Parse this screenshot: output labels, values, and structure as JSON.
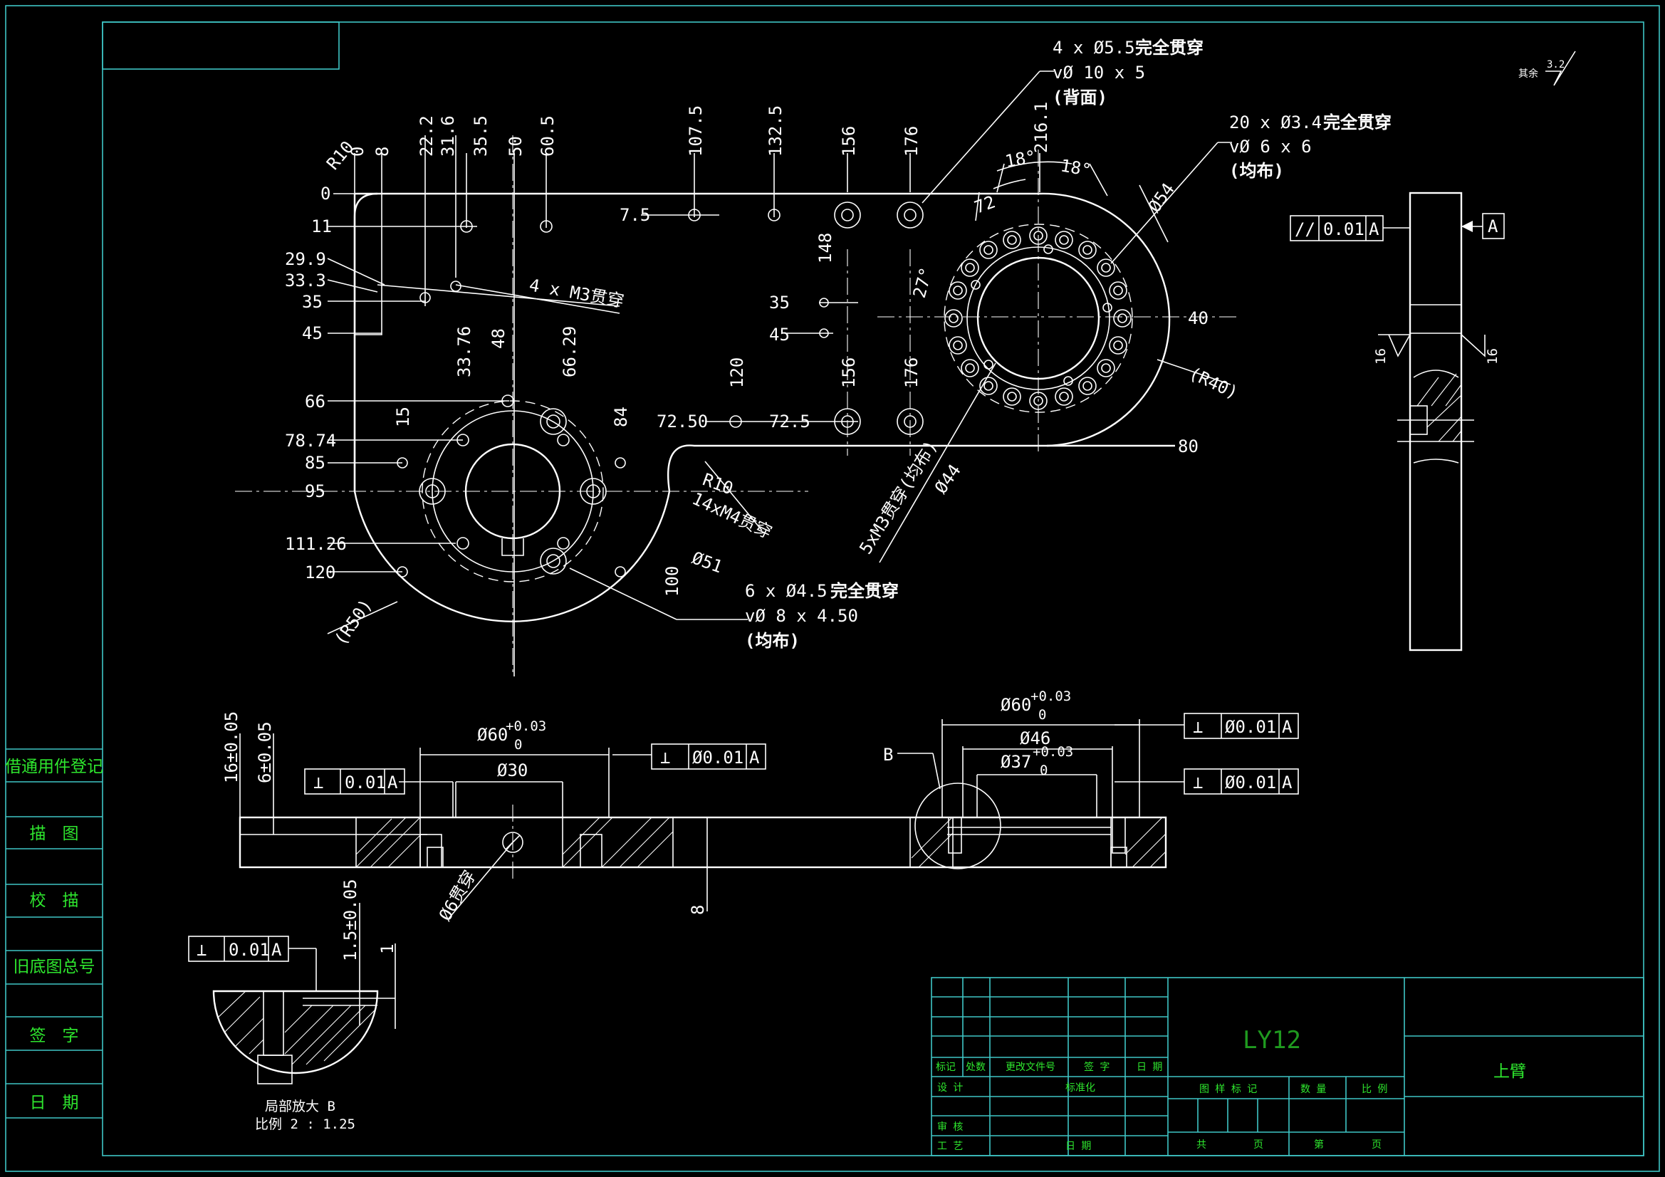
{
  "left_strip": {
    "items": [
      "借通用件登记",
      "描　图",
      "校　描",
      "旧底图总号",
      "签　字",
      "日　期"
    ]
  },
  "notes": {
    "top_hole_1": [
      "4 x Ø5.5",
      "完全贯穿",
      "vØ 10 x 5",
      "(背面)"
    ],
    "top_hole_2": [
      "20 x Ø3.4",
      "完全贯穿",
      "vØ 6 x 6",
      "(均布)"
    ],
    "m3_left": "4 x M3贯穿",
    "m4": "14xM4贯穿",
    "m3_right": "5xM3贯穿(均布)",
    "hole_6": [
      "6 x Ø4.5",
      "完全贯穿",
      "vØ 8 x 4.50",
      "(均布)"
    ],
    "phi6": "Ø6贯穿",
    "detail": [
      "局部放大 B",
      "比例 2 : 1.25"
    ],
    "surface": [
      "其余",
      "3.2"
    ],
    "b_label": "B"
  },
  "dims": {
    "top_x": [
      "R10",
      "0",
      "8",
      "22.2",
      "31.6",
      "35.5",
      "50",
      "60.5",
      "107.5",
      "132.5",
      "156",
      "176",
      "216.1"
    ],
    "left_y": [
      "0",
      "11",
      "29.9",
      "33.3",
      "35",
      "45",
      "66",
      "78.74",
      "85",
      "95",
      "111.26",
      "120"
    ],
    "mid_x": [
      "33.76",
      "48",
      "66.29",
      "15",
      "84",
      "120",
      "156",
      "176",
      "148"
    ],
    "mid_y": [
      "7.5",
      "35",
      "45",
      "72.50",
      "72.5",
      "40",
      "80",
      "100"
    ],
    "misc": [
      "R10",
      "Ø51",
      "(R50)",
      "Ø44",
      "Ø54",
      "(R40)",
      "72",
      "18°",
      "18°",
      "27°",
      "16",
      "16",
      "8"
    ]
  },
  "section_dims": {
    "left": [
      "16±0.05",
      "6±0.05",
      "Ø60",
      "+0.03",
      "0",
      "Ø30"
    ],
    "right": [
      "Ø60",
      "+0.03",
      "0",
      "Ø46",
      "Ø37",
      "+0.03",
      "0"
    ],
    "detail": [
      "1.5±0.05",
      "1"
    ]
  },
  "frames": [
    {
      "sym": "//",
      "val": "0.01",
      "datum": "A"
    },
    {
      "sym": "⊥",
      "val": "0.01",
      "datum": "A"
    },
    {
      "sym": "⊥",
      "val": "Ø0.01",
      "datum": "A"
    },
    {
      "sym": "⊥",
      "val": "Ø0.01",
      "datum": "A"
    },
    {
      "sym": "⊥",
      "val": "Ø0.01",
      "datum": "A"
    },
    {
      "sym": "⊥",
      "val": "0.01",
      "datum": "A"
    }
  ],
  "datum_label": "A",
  "title_block": {
    "material": "LY12",
    "part_name": "上臂",
    "row_labels": [
      "标记",
      "处数",
      "更改文件号",
      "签 字",
      "日 期"
    ],
    "design": "设 计",
    "standard": "标准化",
    "review": "审 核",
    "process": "工 艺",
    "date": "日 期",
    "stage_mark": "图 样 标 记",
    "quantity": "数 量",
    "scale": "比 例",
    "total": "共",
    "sheet": "页",
    "page_no": "第",
    "page": "页"
  },
  "colors": {
    "background": "#000000",
    "lines": "#ffffff",
    "frame": "#3fc6c6",
    "labels": "#2ee62e"
  }
}
